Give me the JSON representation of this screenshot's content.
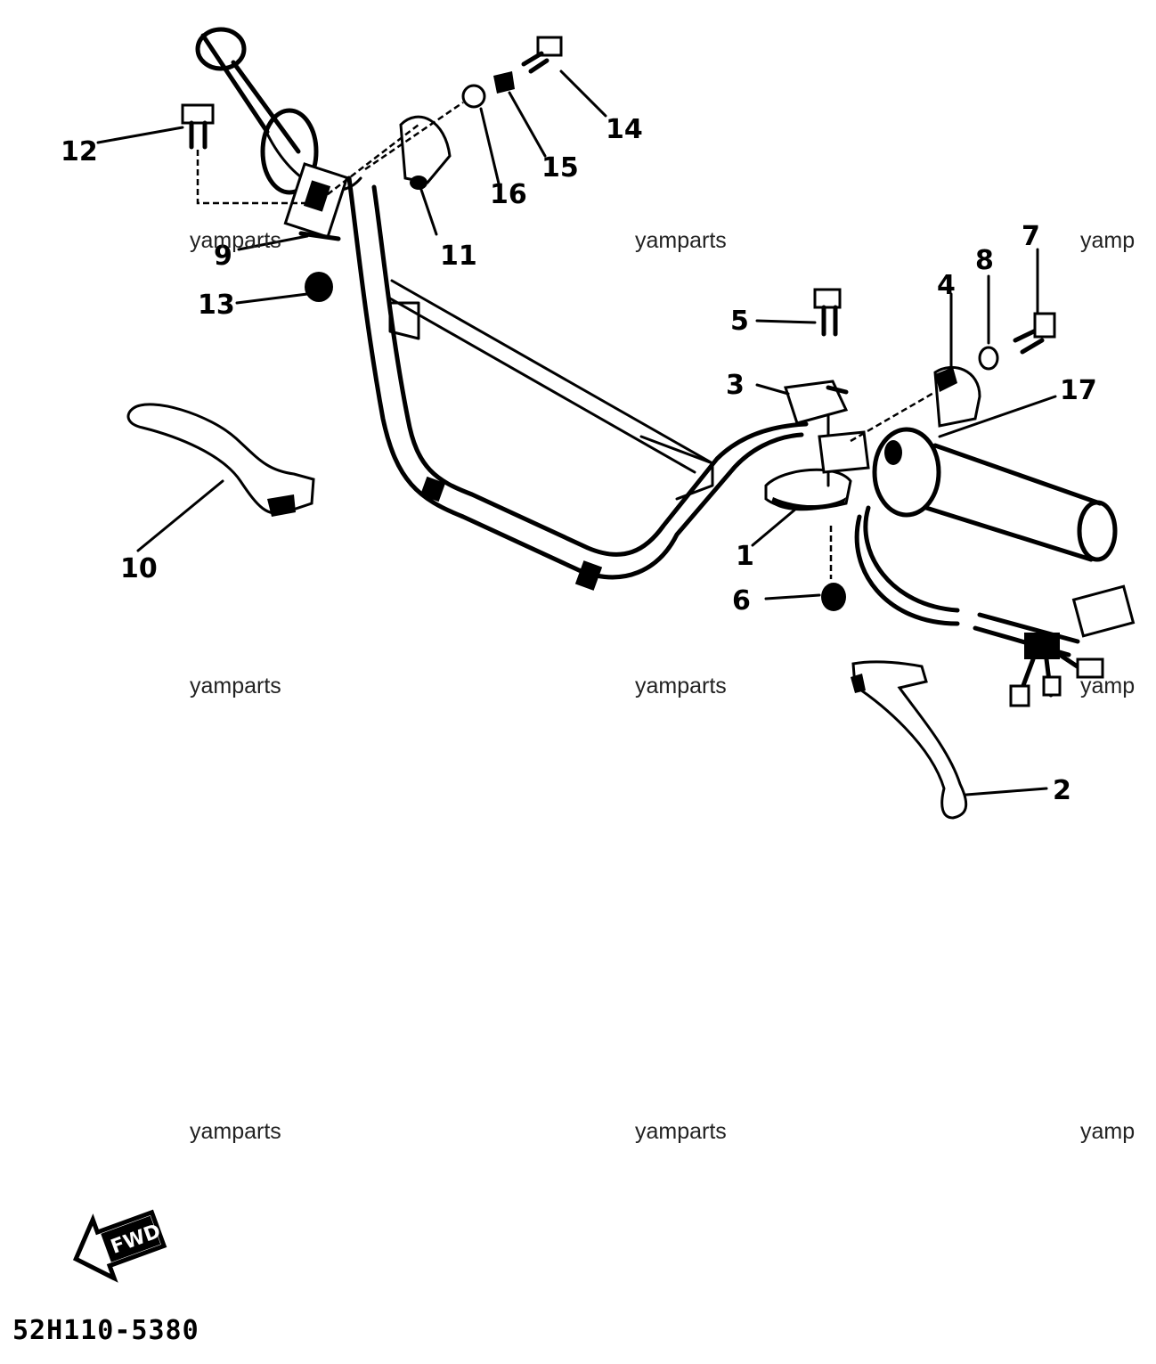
{
  "callouts": [
    "1",
    "2",
    "3",
    "4",
    "5",
    "6",
    "7",
    "8",
    "9",
    "10",
    "11",
    "12",
    "13",
    "14",
    "15",
    "16",
    "17"
  ],
  "watermark": "yamparts",
  "watermark_cut": "yamp",
  "diagram_code": "52H110-5380",
  "fwd_label": "FWD"
}
